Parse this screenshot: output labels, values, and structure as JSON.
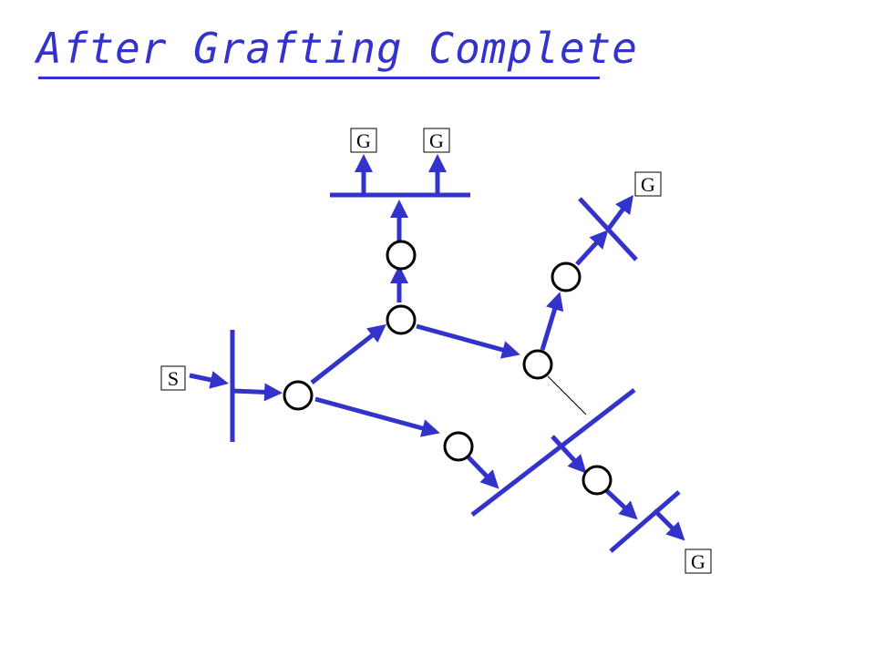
{
  "slide": {
    "title": "After Grafting Complete"
  },
  "colors": {
    "title": "#3333cc",
    "network": "#3333cc",
    "router_fill": "#ffffff",
    "router_stroke": "#000000",
    "pruned_link": "#000000"
  },
  "diagram": {
    "source_label": "S",
    "group_labels": [
      "G",
      "G",
      "G",
      "G"
    ]
  }
}
